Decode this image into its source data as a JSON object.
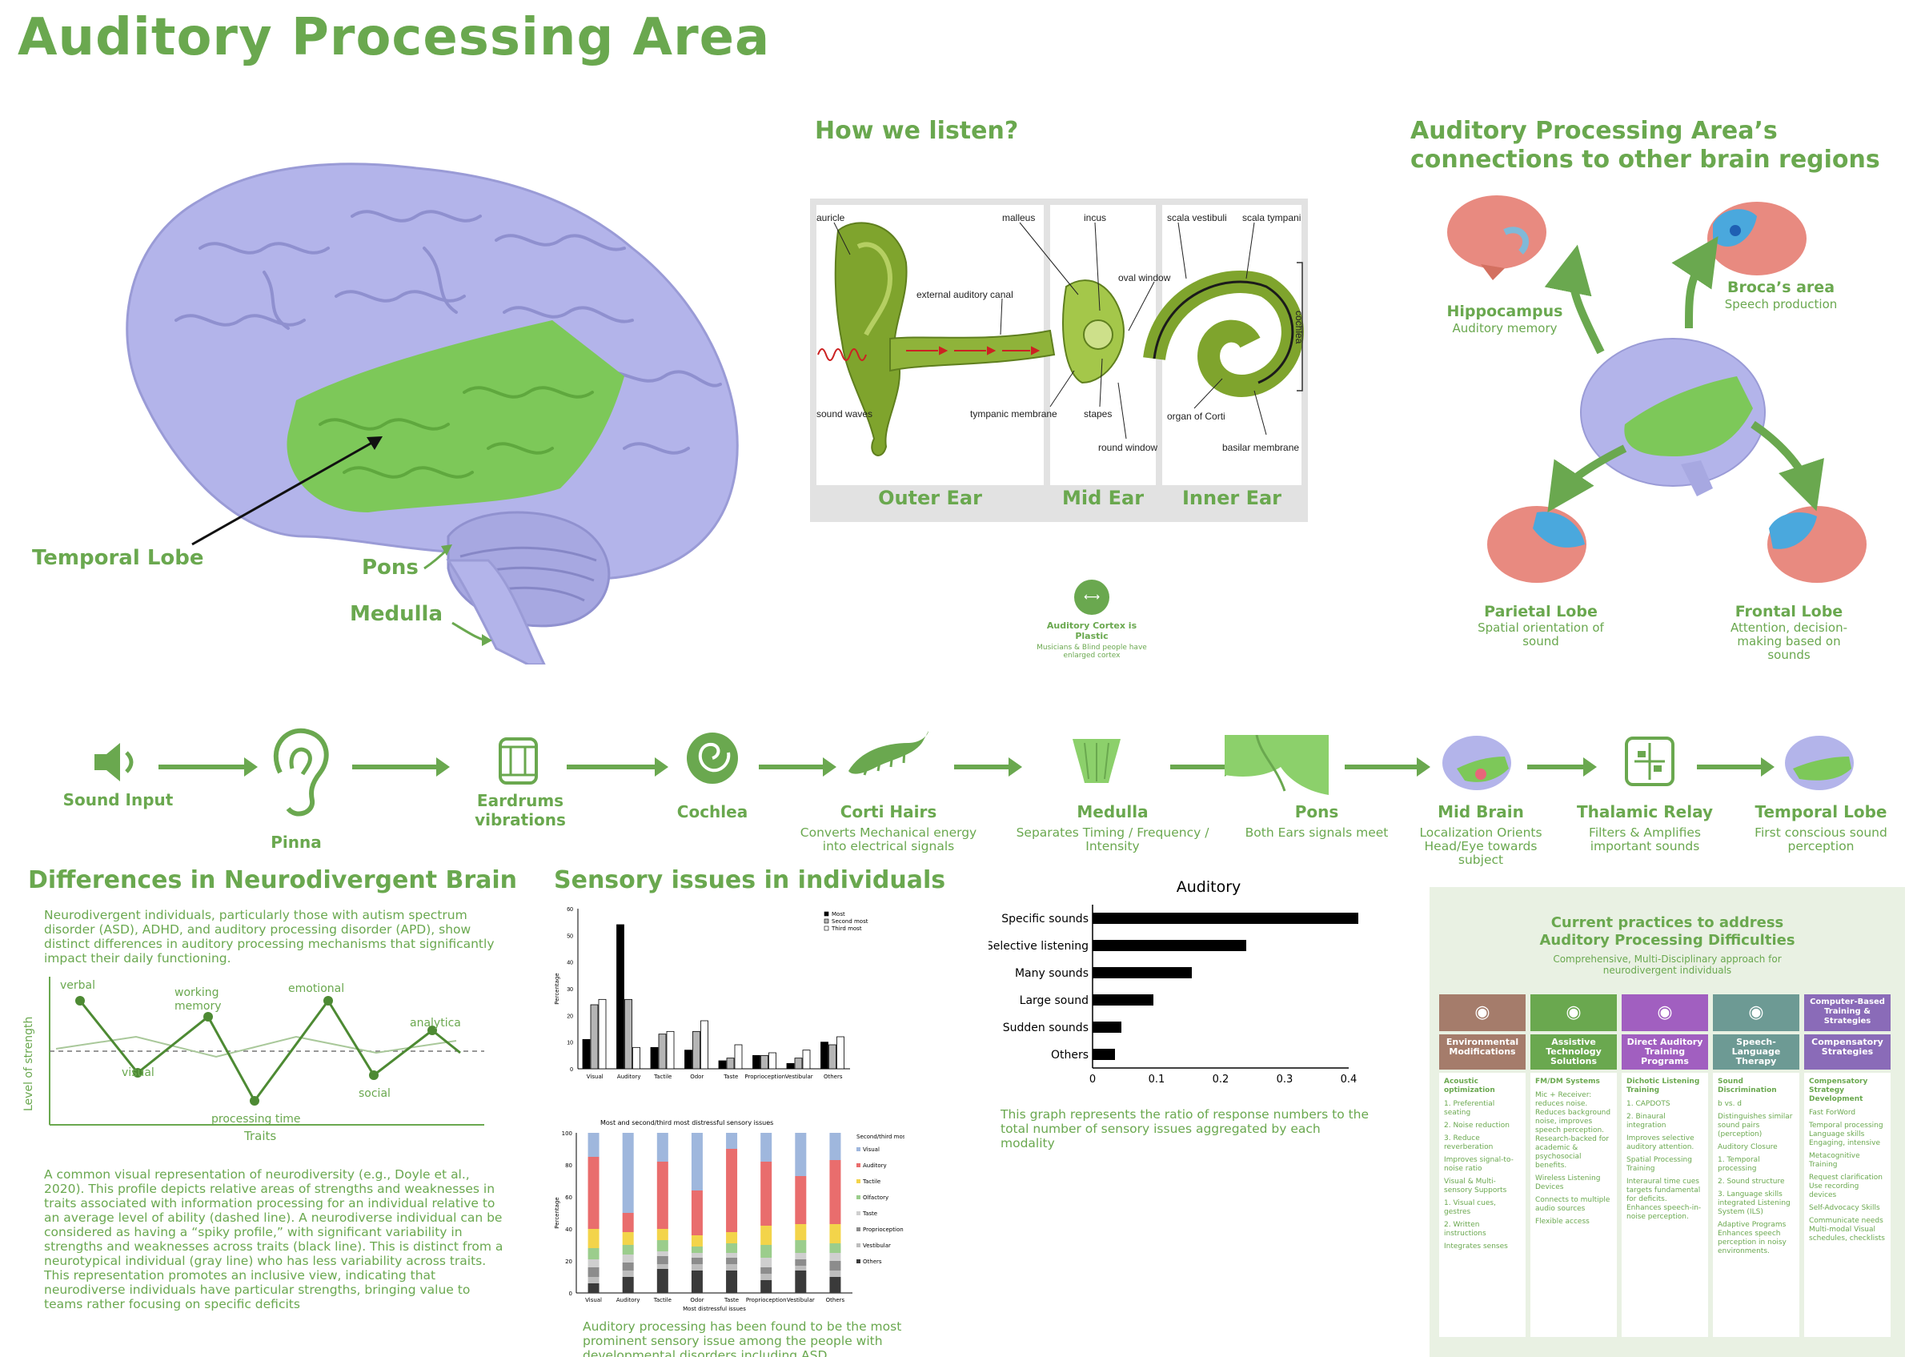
{
  "title": "Auditory Processing Area",
  "brain": {
    "temporal_lobe": "Temporal Lobe",
    "pons": "Pons",
    "medulla": "Medulla"
  },
  "how_we_listen": {
    "title": "How we listen?",
    "labels": {
      "auricle": "auricle",
      "malleus": "malleus",
      "incus": "incus",
      "scala_vestibuli": "scala vestibuli",
      "scala_tympani": "scala tympani",
      "oval_window": "oval window",
      "external_auditory_canal": "external auditory canal",
      "sound_waves": "sound waves",
      "tympanic_membrane": "tympanic membrane",
      "stapes": "stapes",
      "round_window": "round window",
      "organ_of_corti": "organ of Corti",
      "basilar_membrane": "basilar membrane",
      "cochlea": "cochlea"
    },
    "sections": [
      "Outer Ear",
      "Mid Ear",
      "Inner Ear"
    ],
    "plastic_title": "Auditory Cortex is Plastic",
    "plastic_sub": "Musicians & Blind people have enlarged cortex"
  },
  "connections": {
    "title_line1": "Auditory Processing Area’s",
    "title_line2": "connections to other brain regions",
    "hippocampus": {
      "name": "Hippocampus",
      "desc": "Auditory memory"
    },
    "brocas": {
      "name": "Broca’s area",
      "desc": "Speech production"
    },
    "parietal": {
      "name": "Parietal Lobe",
      "desc": "Spatial orientation of sound"
    },
    "frontal": {
      "name": "Frontal Lobe",
      "desc": "Attention, decision-making based on sounds"
    }
  },
  "flow": [
    {
      "name": "Sound Input",
      "desc": ""
    },
    {
      "name": "Pinna",
      "desc": ""
    },
    {
      "name": "Eardrums vibrations",
      "desc": ""
    },
    {
      "name": "Cochlea",
      "desc": ""
    },
    {
      "name": "Corti Hairs",
      "desc": "Converts Mechanical energy into electrical signals"
    },
    {
      "name": "Medulla",
      "desc": "Separates Timing / Frequency / Intensity"
    },
    {
      "name": "Pons",
      "desc": "Both Ears signals meet"
    },
    {
      "name": "Mid Brain",
      "desc": "Localization Orients Head/Eye towards subject"
    },
    {
      "name": "Thalamic Relay",
      "desc": "Filters & Amplifies important sounds"
    },
    {
      "name": "Temporal Lobe",
      "desc": "First conscious sound perception"
    }
  ],
  "neuro": {
    "title": "Differences in Neurodivergent Brain",
    "intro": "Neurodivergent individuals, particularly those with autism spectrum disorder (ASD), ADHD, and auditory processing disorder (APD), show distinct differences in auditory processing mechanisms that significantly impact their daily functioning.",
    "profile": {
      "ylabel": "Level of strength",
      "xlabel": "Traits",
      "points": [
        "verbal",
        "visual",
        "working memory",
        "processing time",
        "emotional",
        "social",
        "analytica"
      ]
    },
    "description": "A common visual representation of neurodiversity (e.g., Doyle et al., 2020). This profile depicts relative areas of strengths and weaknesses in traits associated with information processing for an individual relative to an average level of ability (dashed line). A neurodiverse individual can be considered as having a “spiky profile,” with significant variability in strengths and weaknesses across traits (black line). This is distinct from a neurotypical individual (gray line) who has less variability across traits. This representation promotes an inclusive view, indicating that neurodiverse individuals have particular strengths, bringing value to teams rather focusing on specific deficits"
  },
  "sensory": {
    "title": "Sensory issues in individuals",
    "caption": "Auditory processing has been found to be the most prominent sensory issue among the people with developmental disorders including ASD.",
    "stacked_title": "Most and second/third most distressful sensory issues",
    "stacked_xlabel": "Most distressful issues",
    "stacked_legend_title": "Second/third most issues",
    "stacked_legend": [
      "Visual",
      "Auditory",
      "Tactile",
      "Olfactory",
      "Taste",
      "Proprioception",
      "Vestibular",
      "Others"
    ],
    "bar_legend": [
      "Most",
      "Second most",
      "Third most"
    ]
  },
  "chart_data": [
    {
      "type": "bar",
      "ylabel": "Percentage",
      "ylim": [
        0,
        60
      ],
      "categories": [
        "Visual",
        "Auditory",
        "Tactile",
        "Odor",
        "Taste",
        "Proprioception",
        "Vestibular",
        "Others"
      ],
      "series": [
        {
          "name": "Most",
          "values": [
            11,
            54,
            8,
            7,
            3,
            5,
            2,
            10
          ]
        },
        {
          "name": "Second most",
          "values": [
            24,
            26,
            13,
            14,
            4,
            5,
            4,
            9
          ]
        },
        {
          "name": "Third most",
          "values": [
            26,
            8,
            14,
            18,
            9,
            6,
            7,
            12
          ]
        }
      ]
    },
    {
      "type": "bar",
      "title": "Most and second/third most distressful sensory issues",
      "xlabel": "Most distressful issues",
      "ylabel": "Percentage",
      "ylim": [
        0,
        100
      ],
      "categories": [
        "Visual",
        "Auditory",
        "Tactile",
        "Odor",
        "Taste",
        "Proprioception",
        "Vestibular",
        "Others"
      ],
      "series": [
        {
          "name": "Others",
          "values": [
            6,
            10,
            15,
            14,
            14,
            8,
            14,
            10
          ]
        },
        {
          "name": "Vestibular",
          "values": [
            4,
            4,
            3,
            4,
            4,
            4,
            3,
            4
          ]
        },
        {
          "name": "Proprioception",
          "values": [
            6,
            5,
            5,
            4,
            4,
            4,
            4,
            6
          ]
        },
        {
          "name": "Taste",
          "values": [
            5,
            5,
            3,
            3,
            3,
            6,
            4,
            5
          ]
        },
        {
          "name": "Olfactory",
          "values": [
            7,
            6,
            7,
            4,
            6,
            8,
            8,
            6
          ]
        },
        {
          "name": "Tactile",
          "values": [
            12,
            8,
            7,
            7,
            7,
            12,
            10,
            12
          ]
        },
        {
          "name": "Auditory",
          "values": [
            45,
            12,
            42,
            28,
            52,
            40,
            30,
            40
          ]
        },
        {
          "name": "Visual",
          "values": [
            15,
            50,
            18,
            36,
            10,
            18,
            27,
            17
          ]
        }
      ]
    },
    {
      "type": "bar",
      "title": "Auditory",
      "categories": [
        "Specific sounds",
        "Selective listening",
        "Many sounds",
        "Large sound",
        "Sudden sounds",
        "Others"
      ],
      "values": [
        0.415,
        0.24,
        0.155,
        0.095,
        0.045,
        0.035
      ],
      "xlim": [
        0,
        0.4
      ],
      "xticks": [
        "0",
        "0.1",
        "0.2",
        "0.3",
        "0.4"
      ],
      "caption": "This graph represents the ratio of response numbers to the total number of sensory issues aggregated by each modality"
    }
  ],
  "practices": {
    "title_line1": "Current practices to address",
    "title_line2": "Auditory Processing Difficulties",
    "subtitle": "Comprehensive, Multi-Disciplinary approach for neurodivergent individuals",
    "columns": [
      {
        "name": "Environmental Modifications",
        "color": "#a57c6b",
        "heading": "Acoustic optimization",
        "items": [
          "1. Preferential seating",
          "2. Noise reduction",
          "3. Reduce reverberation",
          "Improves signal-to-noise ratio",
          "Visual & Multi-sensory Supports",
          "1. Visual cues, gestres",
          "2. Written instructions",
          "Integrates senses"
        ]
      },
      {
        "name": "Assistive Technology Solutions",
        "color": "#6aa84f",
        "heading": "FM/DM Systems",
        "items": [
          "Mic + Receiver: reduces noise. Reduces background noise, improves speech perception. Research-backed for academic & psychosocial benefits.",
          "Wireless Listening Devices",
          "Connects to multiple audio sources",
          "Flexible access"
        ]
      },
      {
        "name": "Direct Auditory Training Programs",
        "color": "#a15fc0",
        "heading": "Dichotic Listening Training",
        "items": [
          "1. CAPDOTS",
          "2. Binaural integration",
          "Improves selective auditory attention.",
          "Spatial Processing Training",
          "Interaural time cues targets fundamental for deficits. Enhances speech-in-noise perception."
        ]
      },
      {
        "name": "Speech-Language Therapy",
        "color": "#6d9a94",
        "heading": "Sound Discrimination",
        "items": [
          "b vs. d",
          "Distinguishes similar sound pairs (perception)",
          "Auditory Closure",
          "1. Temporal processing",
          "2. Sound structure",
          "3. Language skills integrated Listening System (ILS)",
          "Adaptive Programs Enhances speech perception in noisy environments."
        ]
      },
      {
        "name": "Compensatory Strategies",
        "color": "#8a6bb8",
        "top_label": "Computer-Based Training & Strategies",
        "heading": "Compensatory Strategy Development",
        "items": [
          "Fast ForWord",
          "Temporal processing Language skills Engaging, intensive",
          "Metacognitive Training",
          "Request clarification Use recording devices",
          "Self-Advocacy Skills",
          "Communicate needs Multi-modal Visual schedules, checklists"
        ]
      }
    ]
  },
  "colors": {
    "green": "#6aa84f",
    "lavender": "#b3b4ea",
    "brain_green": "#7dc859",
    "salmon": "#e88a80",
    "blue": "#4aa8dd"
  }
}
